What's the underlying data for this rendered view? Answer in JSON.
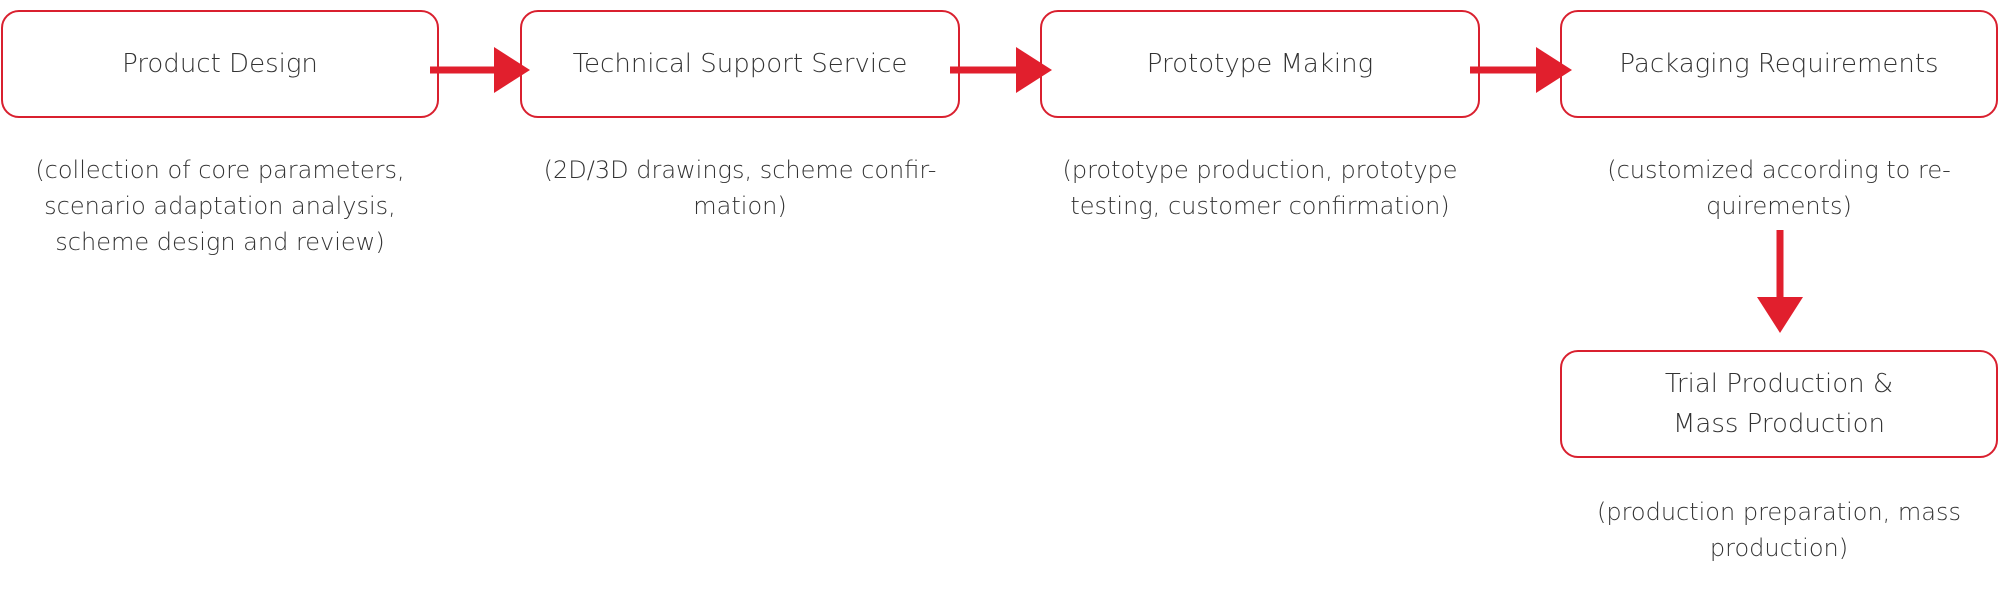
{
  "diagram": {
    "accent_color": "#e11f2d",
    "steps": [
      {
        "id": "product-design",
        "title": "Product Design",
        "description": "(collection of core parameters,\nscenario adaptation analysis,\nscheme design and review)"
      },
      {
        "id": "technical-support-service",
        "title": "Technical Support Service",
        "description": "(2D/3D drawings, scheme confir-\nmation)"
      },
      {
        "id": "prototype-making",
        "title": "Prototype Making",
        "description": "(prototype production, prototype\ntesting, customer confirmation)"
      },
      {
        "id": "packaging-requirements",
        "title": "Packaging Requirements",
        "description": "(customized according to re-\nquirements)"
      },
      {
        "id": "trial-mass-production",
        "title": "Trial Production &\nMass Production",
        "description": "(production preparation, mass\nproduction)"
      }
    ]
  }
}
